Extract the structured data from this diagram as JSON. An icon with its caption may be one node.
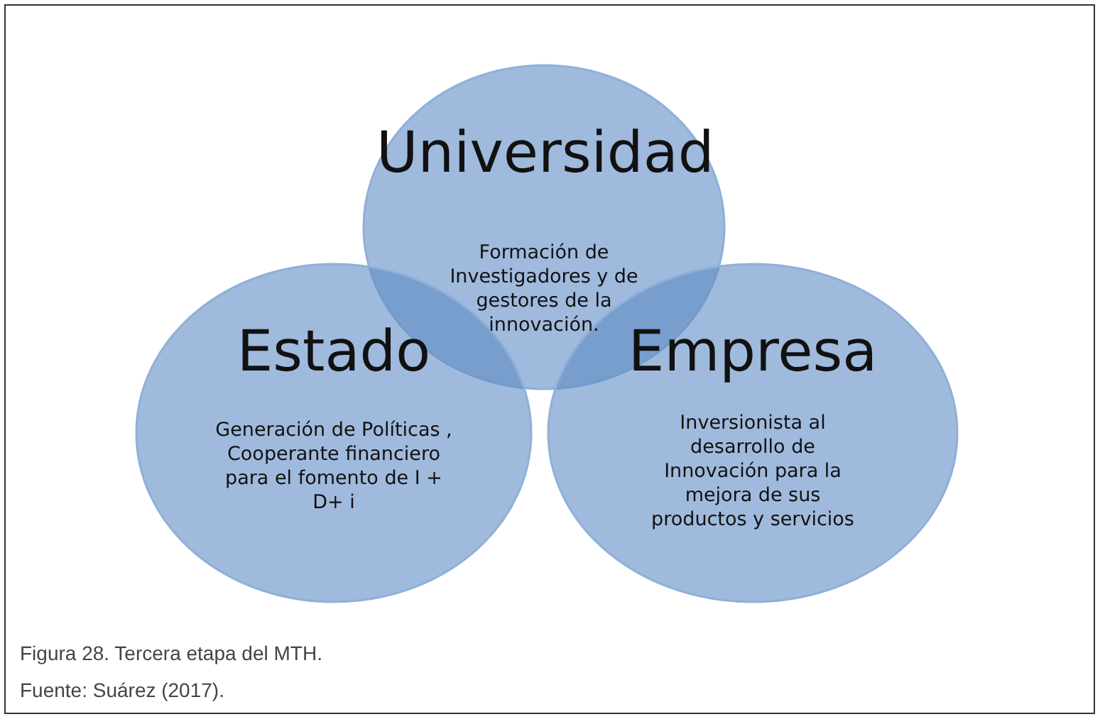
{
  "diagram": {
    "caption": "Figura 28. Tercera etapa del MTH.",
    "nodes": [
      {
        "text": [
          "Universidad",
          "Formación de Investigadores y de gestores de la innovación."
        ]
      },
      {
        "text": [
          "Estado",
          "Generación de Políticas , Cooperante financiero para el fomento de I + D+ i"
        ]
      },
      {
        "text": [
          "Empresa",
          "Inversionista al desarrollo de Innovación para la mejora de sus productos y servicios"
        ]
      }
    ],
    "edges": [],
    "labels": [
      "Fuente: Suárez (2017)."
    ]
  }
}
